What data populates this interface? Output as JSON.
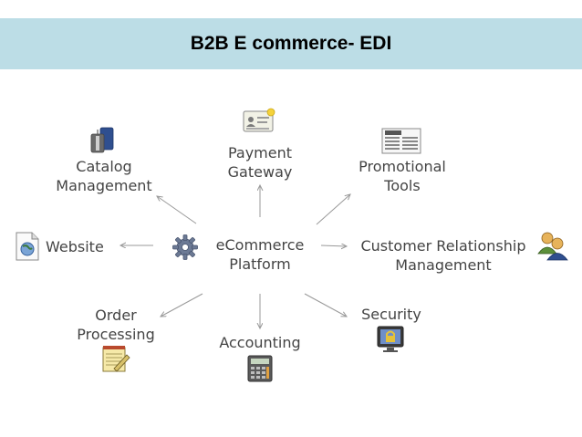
{
  "title": "B2B E commerce- EDI",
  "center": {
    "line1": "eCommerce",
    "line2": "Platform",
    "icon": "gear-icon"
  },
  "nodes": {
    "payment": {
      "line1": "Payment",
      "line2": "Gateway",
      "icon": "id-card-icon"
    },
    "catalog": {
      "line1": "Catalog",
      "line2": "Management",
      "icon": "shirt-icon"
    },
    "promo": {
      "line1": "Promotional",
      "line2": "Tools",
      "icon": "newspaper-icon"
    },
    "website": {
      "label": "Website",
      "icon": "web-page-icon"
    },
    "crm": {
      "line1": "Customer Relationship",
      "line2": "Management",
      "icon": "users-icon"
    },
    "order": {
      "line1": "Order",
      "line2": "Processing",
      "icon": "notepad-icon"
    },
    "accounting": {
      "label": "Accounting",
      "icon": "calculator-icon"
    },
    "security": {
      "label": "Security",
      "icon": "lock-monitor-icon"
    }
  },
  "colors": {
    "banner": "#bcdde6",
    "arrow": "#999999",
    "text": "#444444"
  }
}
